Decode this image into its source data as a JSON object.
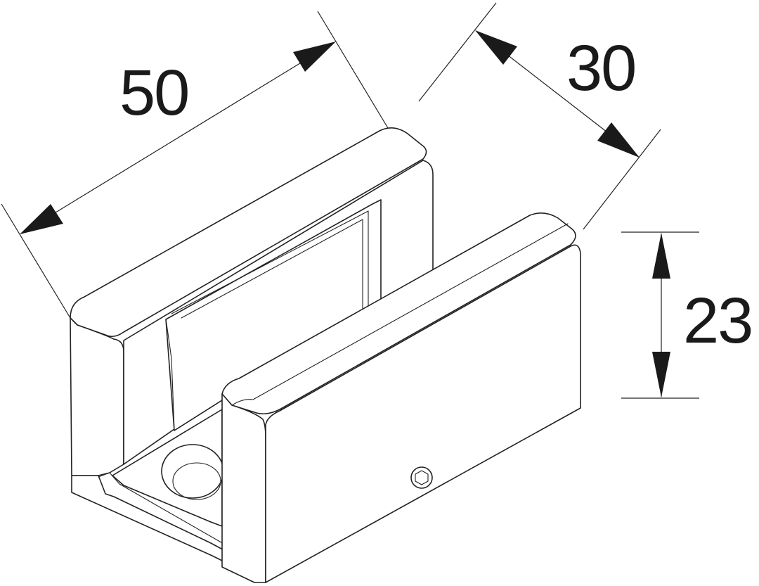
{
  "dimensions": {
    "length": "50",
    "depth": "30",
    "height": "23"
  }
}
